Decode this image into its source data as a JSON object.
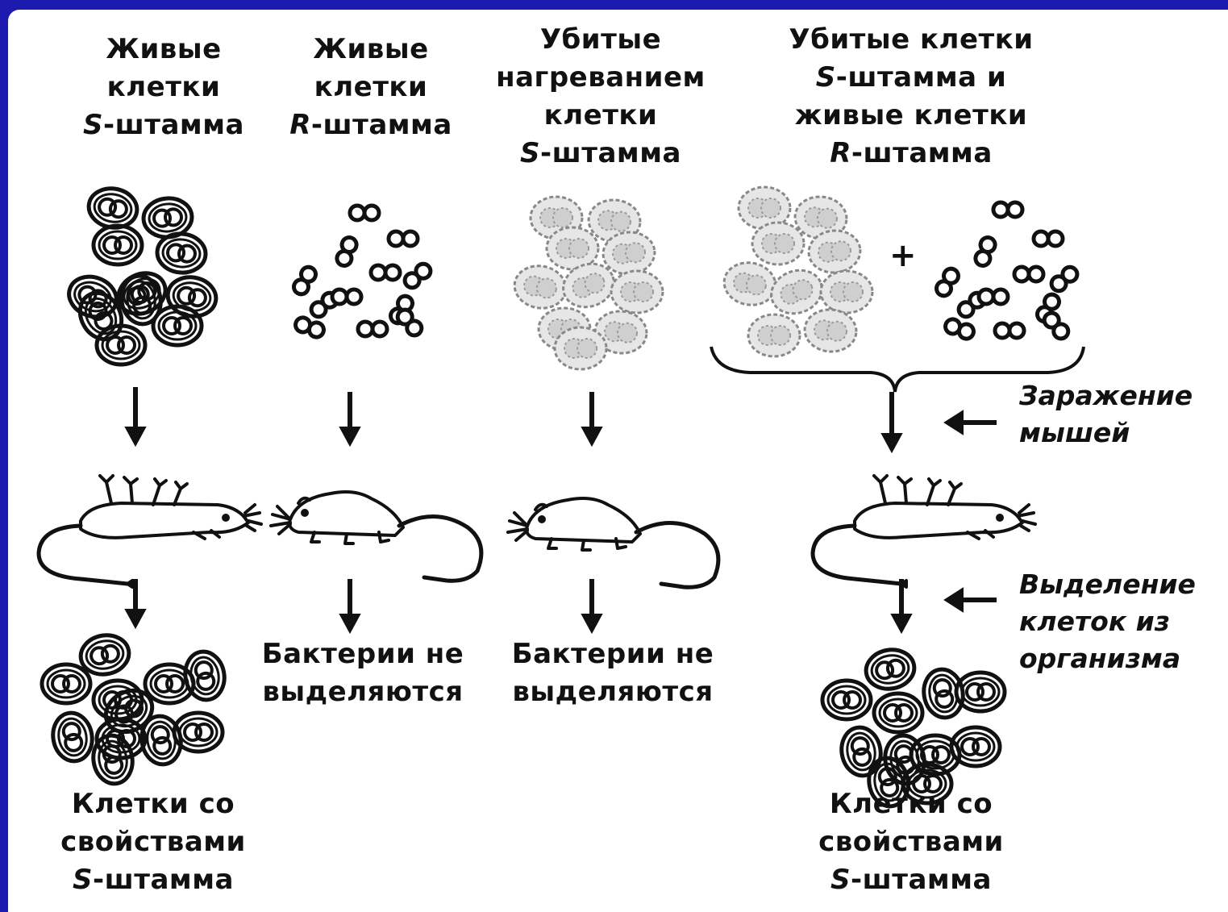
{
  "columns": [
    {
      "heading": [
        "Живые",
        "клетки",
        "-штамма"
      ],
      "heading_strain": "S",
      "strain_line": 2,
      "cells": "S-strain capsule cells",
      "mouse": "dead",
      "result": [
        "Клетки со",
        "свойствами",
        "-штамма"
      ],
      "result_strain": "S",
      "result_strain_line": 2
    },
    {
      "heading": [
        "Живые",
        "клетки",
        "-штамма"
      ],
      "heading_strain": "R",
      "strain_line": 2,
      "cells": "R-strain small cells",
      "mouse": "alive",
      "result": [
        "Бактерии не",
        "выделяются"
      ]
    },
    {
      "heading": [
        "Убитые",
        "нагреванием",
        "клетки",
        "-штамма"
      ],
      "heading_strain": "S",
      "strain_line": 3,
      "cells": "heat-killed S cells",
      "mouse": "alive",
      "result": [
        "Бактерии не",
        "выделяются"
      ]
    },
    {
      "heading": [
        "Убитые клетки",
        "-штамма и",
        "живые клетки",
        "-штамма"
      ],
      "heading_strains": {
        "1": "S",
        "3": "R"
      },
      "cells": "heat-killed S + live R",
      "plus": "+",
      "mouse": "dead",
      "result": [
        "Клетки со",
        "свойствами",
        "-штамма"
      ],
      "result_strain": "S",
      "result_strain_line": 2
    }
  ],
  "side_labels": {
    "infection": [
      "Заражение",
      "мышей"
    ],
    "isolation": [
      "Выделение",
      "клеток из",
      "организма"
    ]
  },
  "colors": {
    "background": "#1d1ab0",
    "panel": "#ffffff",
    "ink": "#111111"
  }
}
